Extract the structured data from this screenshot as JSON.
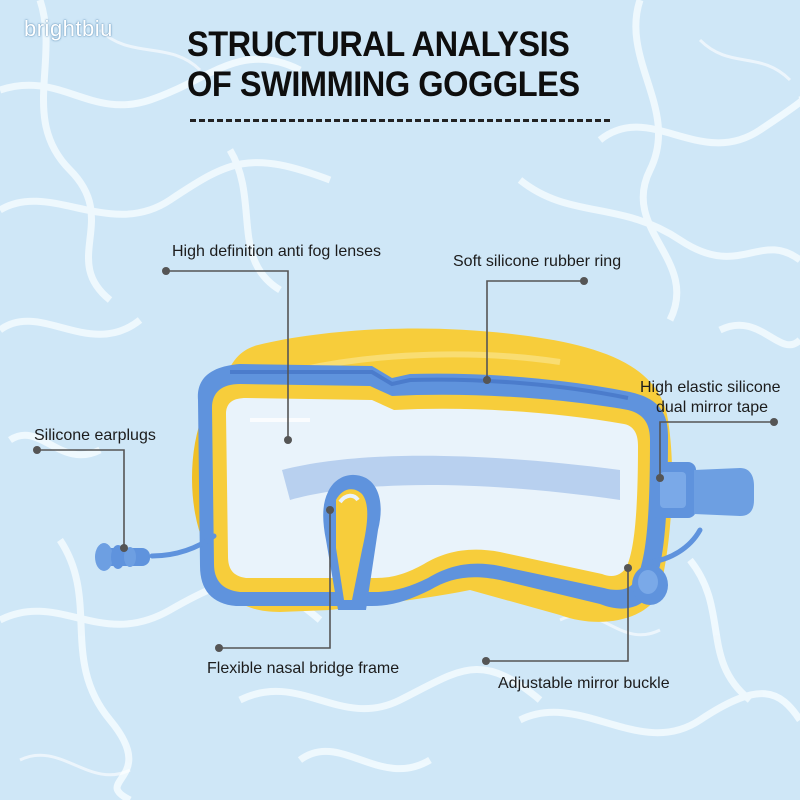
{
  "watermark": "brightbiu",
  "title": {
    "line1": "STRUCTURAL ANALYSIS",
    "line2": "OF SWIMMING GOGGLES"
  },
  "labels": {
    "lenses": "High definition anti fog lenses",
    "ring": "Soft silicone rubber ring",
    "tape_line1": "High elastic silicone",
    "tape_line2": "dual mirror tape",
    "earplugs": "Silicone earplugs",
    "nasal": "Flexible nasal bridge frame",
    "buckle": "Adjustable mirror buckle"
  },
  "colors": {
    "background": "#cfe8f8",
    "frame_blue": "#5f93dd",
    "frame_yellow": "#f6cc3a",
    "leader_line": "#555555",
    "title": "#0e0e0e"
  }
}
